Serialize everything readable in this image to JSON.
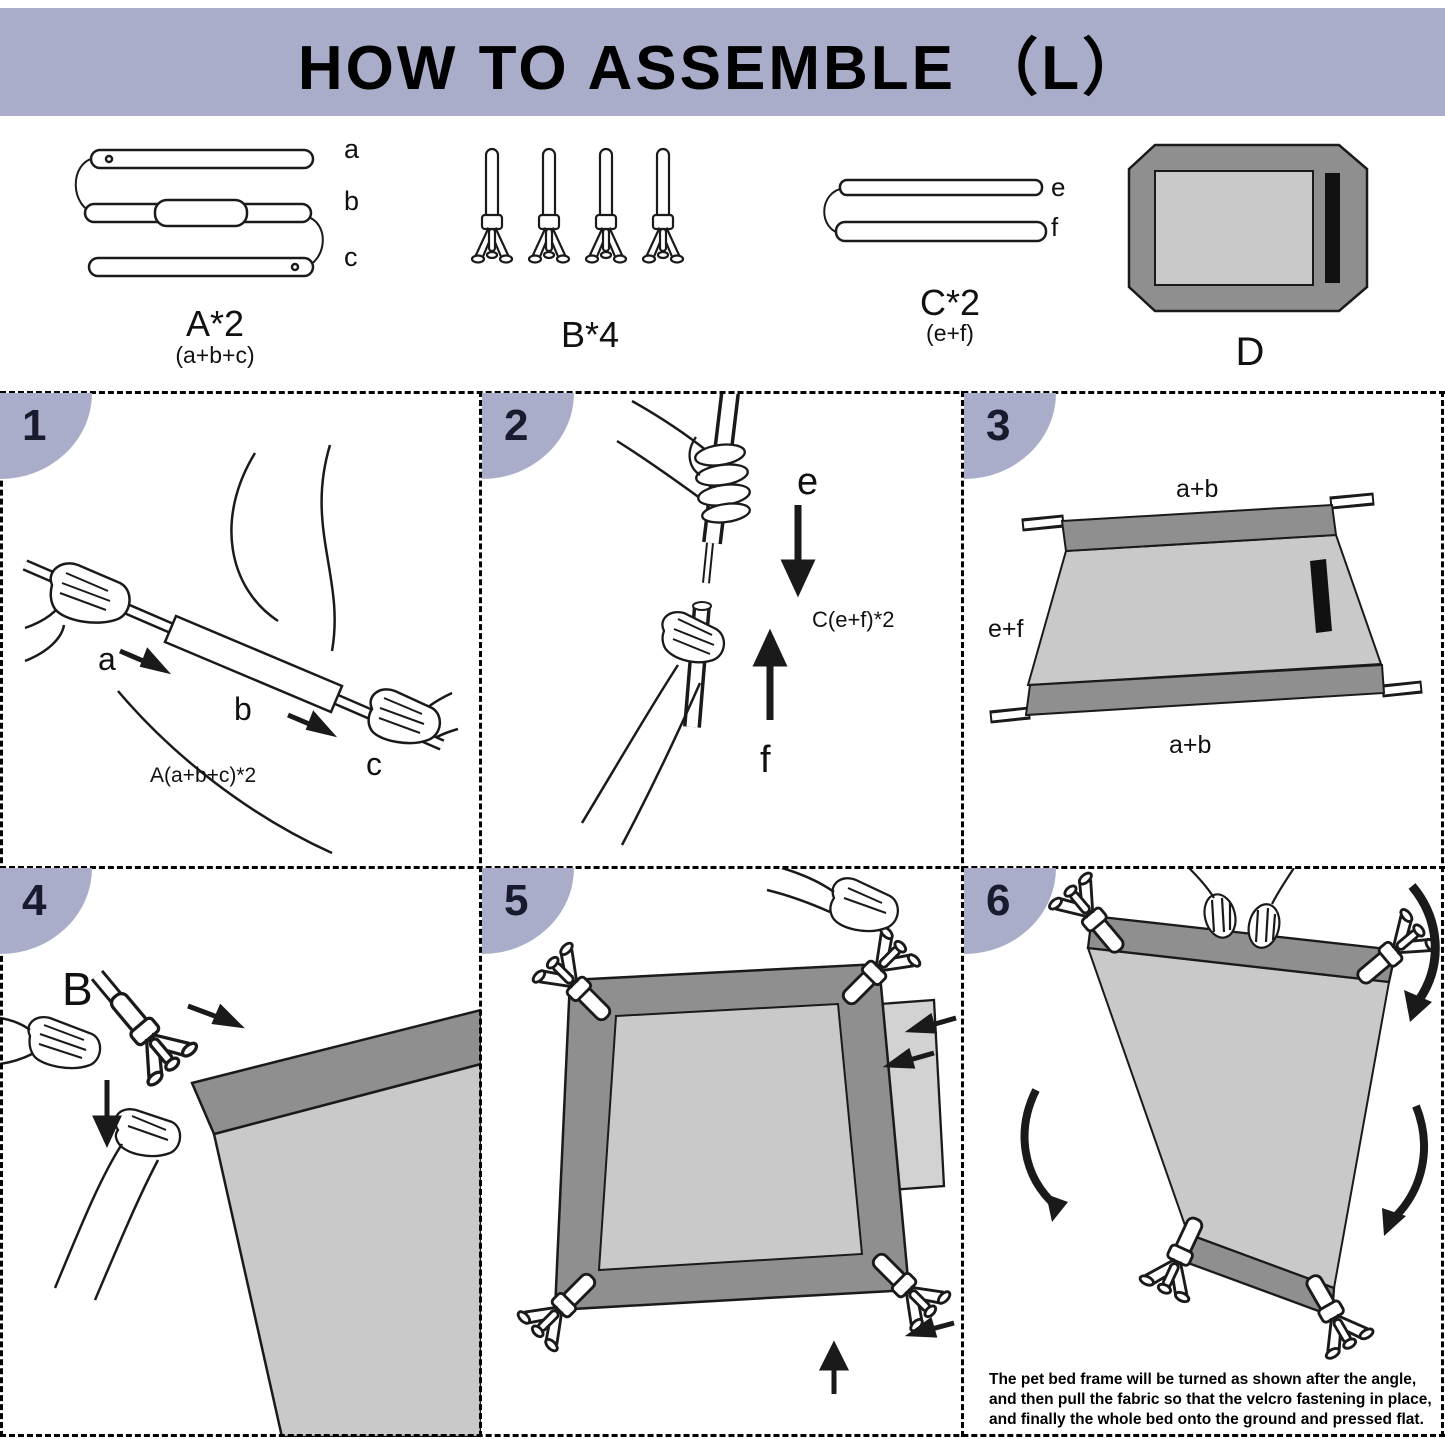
{
  "header": {
    "title": "HOW TO ASSEMBLE （L）"
  },
  "parts": {
    "a": {
      "name": "A*2",
      "sub": "(a+b+c)",
      "tube_labels": [
        "a",
        "b",
        "c"
      ]
    },
    "b": {
      "name": "B*4"
    },
    "c": {
      "name": "C*2",
      "sub": "(e+f)",
      "tube_labels": [
        "e",
        "f"
      ]
    },
    "d": {
      "name": "D"
    }
  },
  "steps": [
    {
      "num": "1",
      "label_a": "a",
      "label_b": "b",
      "label_c": "c",
      "formula": "A(a+b+c)*2"
    },
    {
      "num": "2",
      "label_e": "e",
      "label_f": "f",
      "formula": "C(e+f)*2"
    },
    {
      "num": "3",
      "label_top": "a+b",
      "label_left": "e+f",
      "label_bottom": "a+b"
    },
    {
      "num": "4",
      "label_b": "B"
    },
    {
      "num": "5"
    },
    {
      "num": "6",
      "note": "The pet bed frame will be turned as shown after the angle, and then pull the fabric so that the velcro fastening in place, and finally the whole bed onto the ground and pressed flat."
    }
  ],
  "colors": {
    "band": "#a9adc9",
    "fabric_dark": "#8f8f8f",
    "fabric_light": "#c9c9c9",
    "line": "#1a1a1a"
  }
}
